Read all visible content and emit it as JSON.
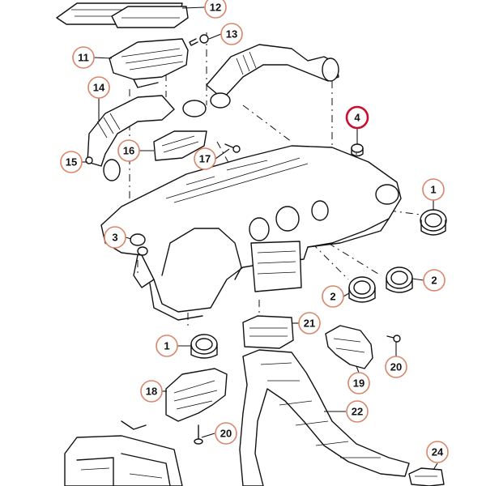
{
  "diagram": {
    "highlight_color": "#c8102e",
    "callout_color": "#d9866a",
    "callouts": [
      {
        "id": "c12",
        "label": "12"
      },
      {
        "id": "c13",
        "label": "13"
      },
      {
        "id": "c11",
        "label": "11"
      },
      {
        "id": "c14",
        "label": "14"
      },
      {
        "id": "c4",
        "label": "4",
        "highlight": true
      },
      {
        "id": "c16",
        "label": "16"
      },
      {
        "id": "c15",
        "label": "15"
      },
      {
        "id": "c17",
        "label": "17"
      },
      {
        "id": "c1a",
        "label": "1"
      },
      {
        "id": "c3",
        "label": "3"
      },
      {
        "id": "c2a",
        "label": "2"
      },
      {
        "id": "c2b",
        "label": "2"
      },
      {
        "id": "c21",
        "label": "21"
      },
      {
        "id": "c1b",
        "label": "1"
      },
      {
        "id": "c19",
        "label": "19"
      },
      {
        "id": "c20a",
        "label": "20"
      },
      {
        "id": "c18",
        "label": "18"
      },
      {
        "id": "c22",
        "label": "22"
      },
      {
        "id": "c20b",
        "label": "20"
      },
      {
        "id": "c24",
        "label": "24"
      }
    ]
  }
}
